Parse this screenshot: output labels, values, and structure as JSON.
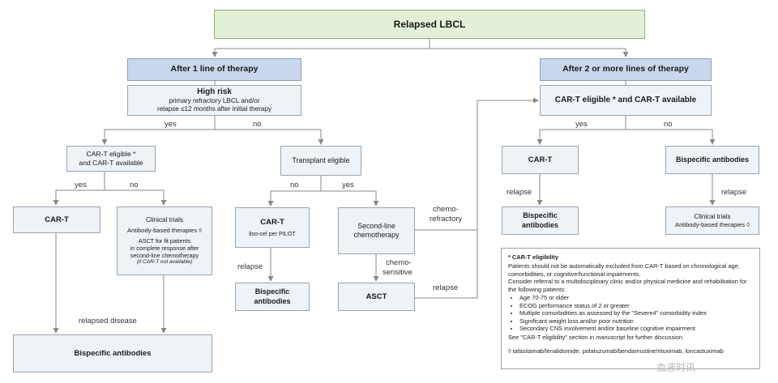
{
  "title": "Relapsed LBCL",
  "left": {
    "header": "After 1 line of therapy",
    "high_risk": {
      "title": "High risk",
      "line1": "primary refractory LBCL and/or",
      "line2": "relapse ≤12 months after initial therapy"
    },
    "yes": "yes",
    "no": "no",
    "cart_eligible": {
      "line1": "CAR-T eligible *",
      "line2": "and CAR-T available"
    },
    "yes2": "yes",
    "no2": "no",
    "cart": "CAR-T",
    "clinical": {
      "line1": "Clinical trials",
      "line2": "Antibody-based therapies ◊",
      "line3": "ASCT for fit patients",
      "line4": "in complete response after",
      "line5": "second-line chemotherapy",
      "line6": "(if CAR-T not available)"
    },
    "relapsed_disease": "relapsed disease",
    "bispecific": "Bispecific antibodies"
  },
  "middle": {
    "transplant": "Transplant eligible",
    "no": "no",
    "yes": "yes",
    "cart": "CAR-T",
    "cart_sub": "liso-cel per PILOT",
    "relapse": "relapse",
    "bispecific_line1": "Bispecific",
    "bispecific_line2": "antibodies",
    "second_line1": "Second-line",
    "second_line2": "chemotherapy",
    "chemo_refractory1": "chemo-",
    "chemo_refractory2": "refractory",
    "chemo_sensitive1": "chemo-",
    "chemo_sensitive2": "sensitive",
    "asct": "ASCT",
    "relapse2": "relapse"
  },
  "right": {
    "header": "After 2 or more lines of therapy",
    "cart_eligible": "CAR-T eligible * and CAR-T available",
    "yes": "yes",
    "no": "no",
    "cart": "CAR-T",
    "relapse": "relapse",
    "bispecific_line1": "Bispecific",
    "bispecific_line2": "antibodies",
    "bispecific_ab": "Bispecific antibodies",
    "relapse2": "relapse",
    "clinical_line1": "Clinical trials",
    "clinical_line2": "Antibody-based therapies ◊"
  },
  "note": {
    "title": "* CAR-T eligibility",
    "p1": "Patients should not be automatically excluded from CAR-T based on chronological age, comorbidities, or cognitive/functional impairments.",
    "p2": "Consider referral to a multidisciplinary clinic and/or physical medicine and rehabilitation for the following patients:",
    "items": [
      "Age 70-75 or older",
      "ECOG performance status of 2 or greater",
      "Multiple comorbidities as assessed by the \"Severe4\" comorbidity index",
      "Significant weight loss and/or poor nutrition",
      "Secondary CNS involvement and/or baseline cognitive impairment"
    ],
    "see": "See \"CAR-T eligibility\" section in manuscript for further discussion.",
    "footnote": "◊ tafasitamab/lenalidomide, polatuzumab/bendamustine/rituximab, loncastuximab"
  },
  "watermark": "血液时讯",
  "colors": {
    "root_fill": "#e3f0d8",
    "header_fill": "#c8d7ec",
    "box_fill": "#eef3f8",
    "line": "#8a8a8a"
  }
}
